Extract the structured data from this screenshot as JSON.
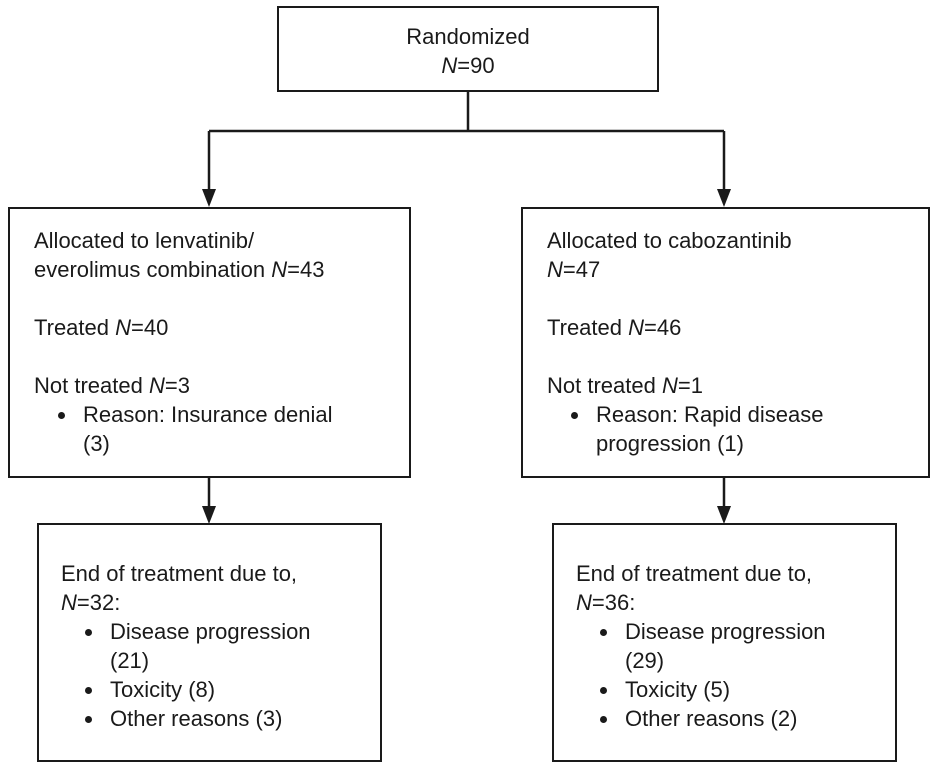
{
  "randomized": {
    "title": "Randomized",
    "n_prefix": "N",
    "n_value": "=90"
  },
  "left": {
    "alloc_line1": "Allocated to  lenvatinib/",
    "alloc_line2": "everolimus combination ",
    "alloc_n_prefix": "N",
    "alloc_n_value": "=43",
    "treated_label": "Treated ",
    "treated_n_prefix": "N",
    "treated_n_value": "=40",
    "not_treated_label": "Not treated ",
    "not_treated_n_prefix": "N",
    "not_treated_n_value": "=3",
    "reason_line1": "Reason: Insurance denial",
    "reason_line2": "(3)",
    "end": {
      "heading": "End of treatment due to,",
      "n_prefix": "N",
      "n_value": "=32:",
      "items": [
        {
          "line1": "Disease progression",
          "line2": "(21)"
        },
        {
          "line1": "Toxicity (8)"
        },
        {
          "line1": "Other reasons (3)"
        }
      ]
    }
  },
  "right": {
    "alloc_line1": "Allocated to cabozantinib",
    "alloc_n_prefix": "N",
    "alloc_n_value": "=47",
    "treated_label": "Treated ",
    "treated_n_prefix": "N",
    "treated_n_value": "=46",
    "not_treated_label": "Not treated ",
    "not_treated_n_prefix": "N",
    "not_treated_n_value": "=1",
    "reason_line1": "Reason: Rapid disease",
    "reason_line2": "progression (1)",
    "end": {
      "heading": "End of treatment due to,",
      "n_prefix": "N",
      "n_value": "=36:",
      "items": [
        {
          "line1": "Disease progression",
          "line2": "(29)"
        },
        {
          "line1": "Toxicity (5)"
        },
        {
          "line1": "Other reasons (2)"
        }
      ]
    }
  }
}
